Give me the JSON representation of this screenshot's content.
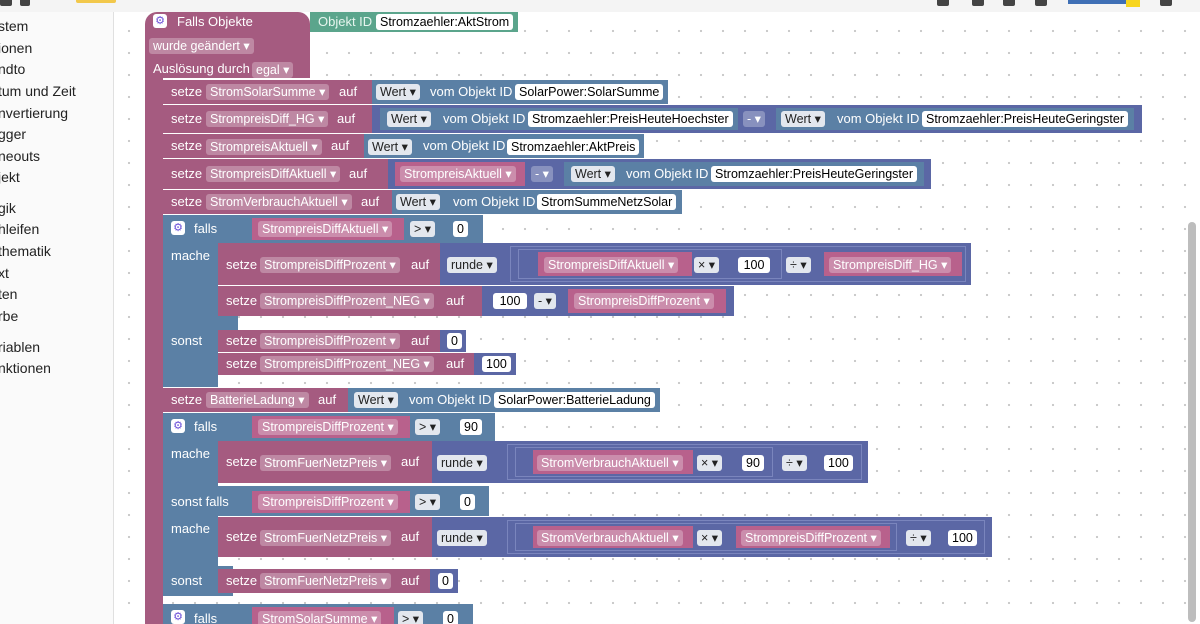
{
  "sidebar": {
    "items": [
      "stem",
      "ionen",
      "ndto",
      "tum und Zeit",
      "nvertierung",
      "gger",
      "neouts",
      "jekt",
      "gik",
      "hleifen",
      "thematik",
      "xt",
      "ten",
      "rbe",
      "riablen",
      "nktionen"
    ]
  },
  "trigger": {
    "title": "Falls Objekte",
    "obj_label": "Objekt ID",
    "obj_value": "Stromzaehler:AktStrom",
    "event": "wurde geändert",
    "ausloesung_label": "Auslösung durch",
    "ausloesung_value": "egal"
  },
  "kw": {
    "setze": "setze",
    "auf": "auf",
    "falls": "falls",
    "mache": "mache",
    "sonst": "sonst",
    "sonst_falls": "sonst falls",
    "wert": "Wert",
    "vom_objekt": "vom Objekt ID",
    "runde": "runde",
    "op_gt": ">",
    "op_minus": "-",
    "op_times": "×",
    "op_div": "÷"
  },
  "blocks": {
    "s1": {
      "var": "StromSolarSumme",
      "obj": "SolarPower:SolarSumme"
    },
    "s2": {
      "var": "StrompreisDiff_HG",
      "obj1": "Stromzaehler:PreisHeuteHoechster",
      "obj2": "Stromzaehler:PreisHeuteGeringster"
    },
    "s3": {
      "var": "StrompreisAktuell",
      "obj": "Stromzaehler:AktPreis"
    },
    "s4": {
      "var": "StrompreisDiffAktuell",
      "arg": "StrompreisAktuell",
      "obj": "Stromzaehler:PreisHeuteGeringster"
    },
    "s5": {
      "var": "StromVerbrauchAktuell",
      "obj": "StromSummeNetzSolar"
    },
    "if1": {
      "cond_var": "StrompreisDiffAktuell",
      "cond_val": "0",
      "m1": {
        "var": "StrompreisDiffProzent",
        "a": "StrompreisDiffAktuell",
        "b": "100",
        "c": "StrompreisDiff_HG"
      },
      "m2": {
        "var": "StrompreisDiffProzent_NEG",
        "a": "100",
        "b": "StrompreisDiffProzent"
      },
      "e1": {
        "var": "StrompreisDiffProzent",
        "val": "0"
      },
      "e2": {
        "var": "StrompreisDiffProzent_NEG",
        "val": "100"
      }
    },
    "s6": {
      "var": "BatterieLadung",
      "obj": "SolarPower:BatterieLadung"
    },
    "if2": {
      "cond_var": "StrompreisDiffProzent",
      "cond_val": "90",
      "m1": {
        "var": "StromFuerNetzPreis",
        "a": "StromVerbrauchAktuell",
        "b": "90",
        "c": "100"
      },
      "elif_var": "StrompreisDiffProzent",
      "elif_val": "0",
      "m2": {
        "var": "StromFuerNetzPreis",
        "a": "StromVerbrauchAktuell",
        "b": "StrompreisDiffProzent",
        "c": "100"
      },
      "e1": {
        "var": "StromFuerNetzPreis",
        "val": "0"
      }
    },
    "if3": {
      "cond_var": "StromSolarSumme",
      "cond_val": "0"
    }
  },
  "colors": {
    "variable_block": "#a55b80",
    "math_block": "#5b67a5",
    "compare_block": "#5b80a5",
    "id_block": "#5ba58c"
  }
}
